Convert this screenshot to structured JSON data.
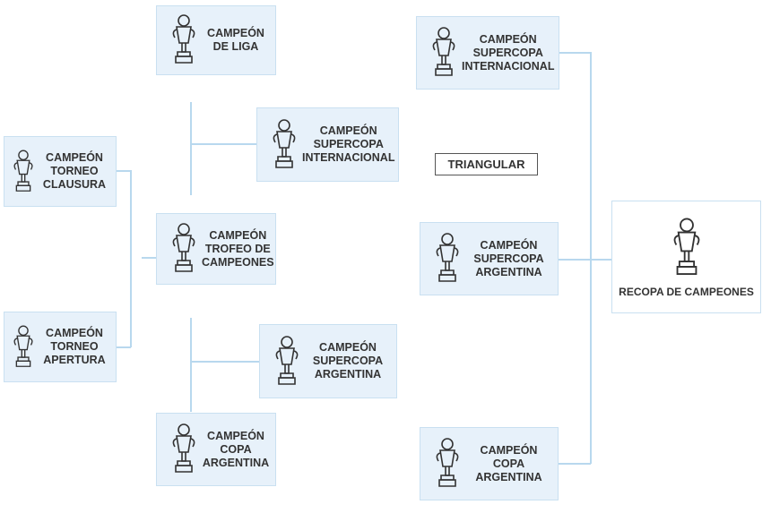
{
  "nodes": {
    "liga": {
      "label": "CAMPEÓN\nDE LIGA",
      "icon": "trophy-liga-icon"
    },
    "sci_left": {
      "label": "CAMPEÓN\nSUPERCOPA\nINTERNACIONAL",
      "icon": "trophy-supercopa-internacional-icon"
    },
    "clausura": {
      "label": "CAMPEÓN\nTORNEO\nCLAUSURA",
      "icon": "trophy-clausura-icon"
    },
    "trofeo": {
      "label": "CAMPEÓN\nTROFEO DE\nCAMPEONES",
      "icon": "trophy-campeones-icon"
    },
    "apertura": {
      "label": "CAMPEÓN\nTORNEO\nAPERTURA",
      "icon": "trophy-apertura-icon"
    },
    "sa_left": {
      "label": "CAMPEÓN\nSUPERCOPA\nARGENTINA",
      "icon": "trophy-supercopa-argentina-icon"
    },
    "copa_left": {
      "label": "CAMPEÓN\nCOPA\nARGENTINA",
      "icon": "trophy-copa-argentina-icon"
    },
    "sci_right": {
      "label": "CAMPEÓN\nSUPERCOPA\nINTERNACIONAL",
      "icon": "trophy-supercopa-internacional-icon"
    },
    "sa_right": {
      "label": "CAMPEÓN\nSUPERCOPA\nARGENTINA",
      "icon": "trophy-supercopa-argentina-icon"
    },
    "copa_right": {
      "label": "CAMPEÓN\nCOPA\nARGENTINA",
      "icon": "trophy-copa-argentina-icon"
    }
  },
  "triangular": "TRIANGULAR",
  "recopa": {
    "label": "RECOPA DE CAMPEONES",
    "icon": "trophy-recopa-icon"
  },
  "colors": {
    "box_bg": "#e7f1fa",
    "box_border": "#c9e0f1",
    "connector": "#b8d8ee",
    "text": "#333333"
  }
}
